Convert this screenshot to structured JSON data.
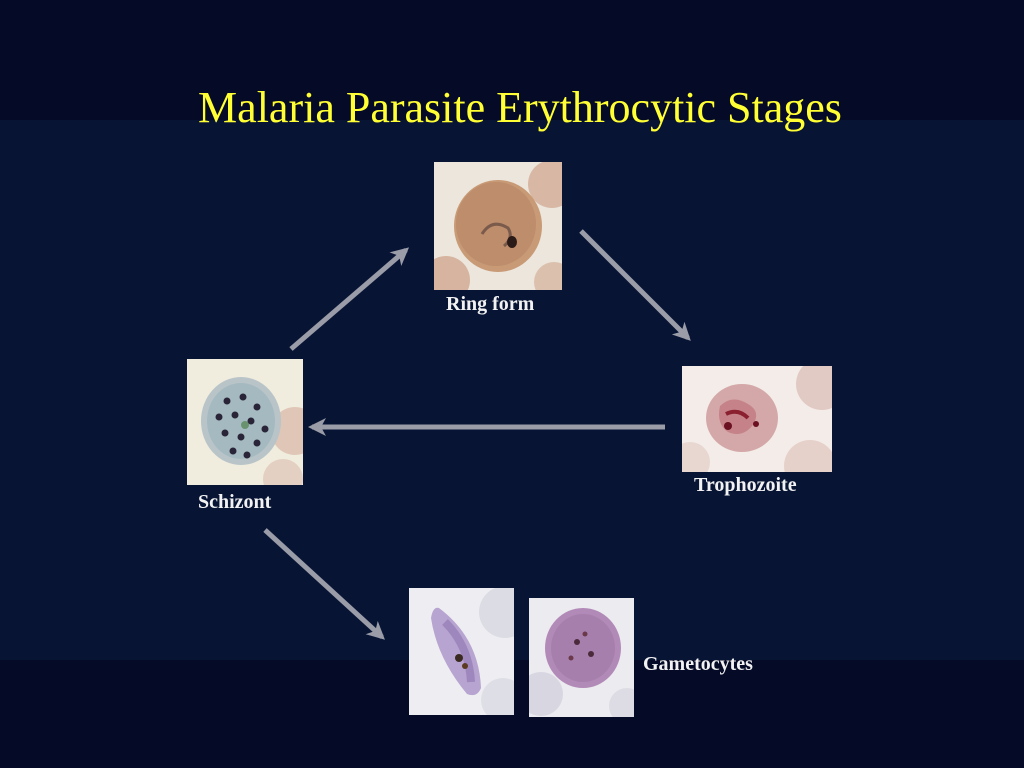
{
  "slide": {
    "title": "Malaria Parasite Erythrocytic Stages"
  },
  "stages": {
    "ring_form": "Ring form",
    "trophozoite": "Trophozoite",
    "schizont": "Schizont",
    "gametocytes": "Gametocytes"
  },
  "colors": {
    "background": "#050a26",
    "band": "#071434",
    "title": "#ffff33",
    "label": "#f2f2f2",
    "arrow": "#9a9ca8"
  }
}
